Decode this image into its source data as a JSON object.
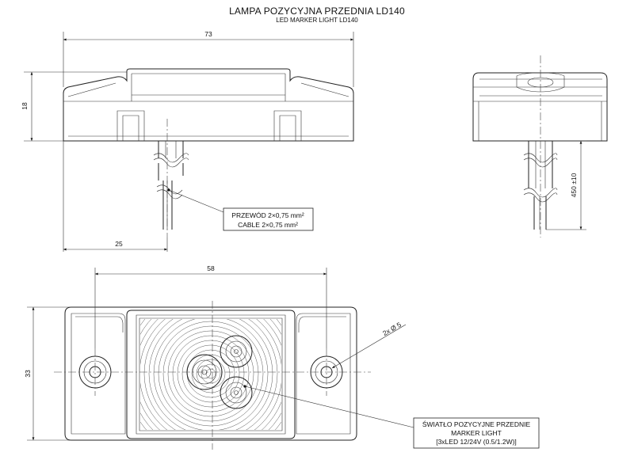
{
  "title": {
    "main": "LAMPA POZYCYJNA PRZEDNIA LD140",
    "sub": "LED MARKER LIGHT LD140"
  },
  "dimensions": {
    "width_top": "73",
    "height_side": "18",
    "cable_offset": "25",
    "cable_length": "450 ±10",
    "hole_spacing": "58",
    "height_front": "33",
    "hole_diameter": "2x Ø 5"
  },
  "notes": {
    "cable": {
      "line1": "PRZEWÓD 2×0,75 mm²",
      "line2": "CABLE 2×0,75 mm²"
    },
    "light": {
      "line1": "ŚWIATŁO POZYCYJNE PRZEDNIE",
      "line2": "MARKER LIGHT",
      "line3": "[3xLED 12/24V (0.5/1.2W)]"
    }
  }
}
